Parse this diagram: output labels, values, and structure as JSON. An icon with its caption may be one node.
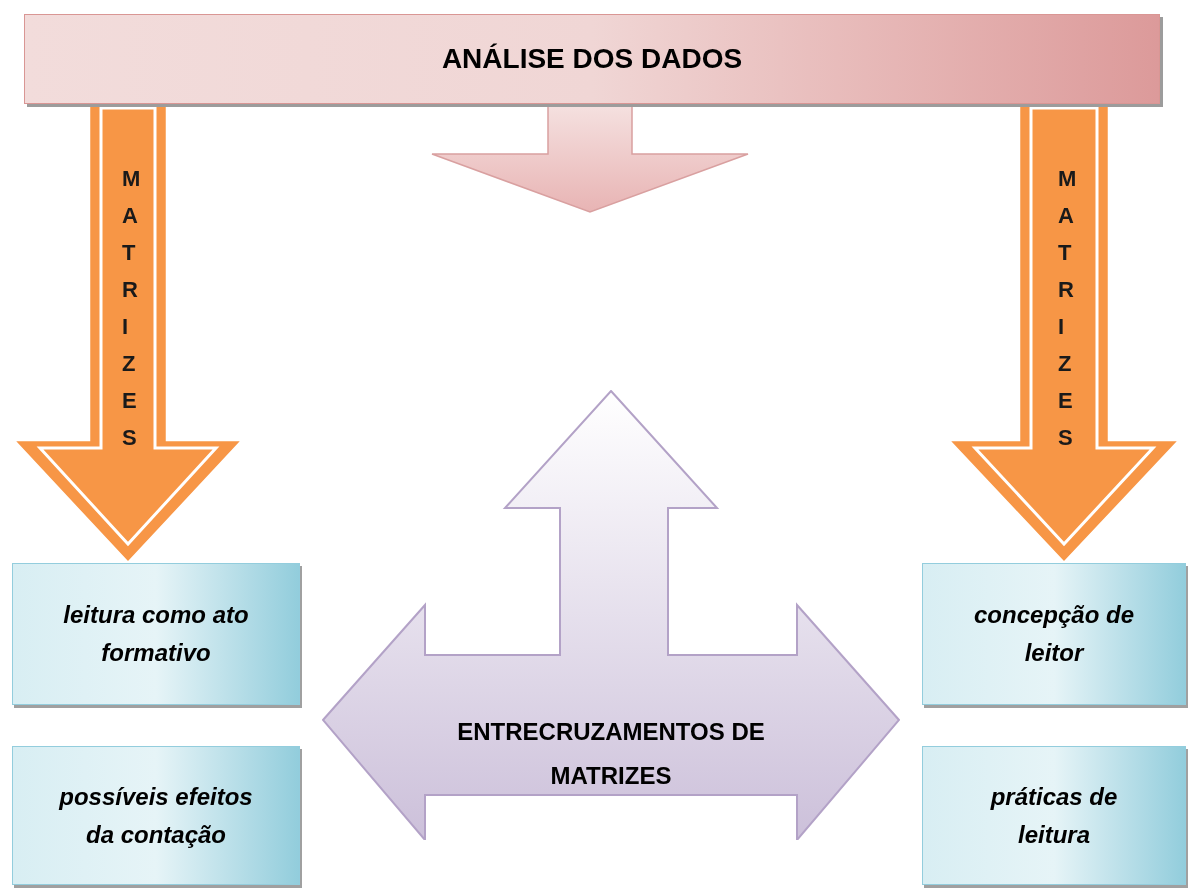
{
  "diagram": {
    "nodes": [
      {
        "text": [
          "ANÁLISE DOS DADOS"
        ]
      },
      {
        "text": [
          "leitura como ato formativo"
        ]
      },
      {
        "text": [
          "possíveis efeitos da contação"
        ]
      },
      {
        "text": [
          "concepção de leitor"
        ]
      },
      {
        "text": [
          "práticas de leitura"
        ]
      },
      {
        "text": [
          "ENTRECRUZAMENTOS DE MATRIZES"
        ]
      }
    ],
    "edges": [
      {
        "from": 0,
        "to": 1,
        "arrow": "to",
        "label": "MATRIZES",
        "style": "thick"
      },
      {
        "from": 0,
        "to": 3,
        "arrow": "to",
        "label": "MATRIZES",
        "style": "thick"
      },
      {
        "from": 0,
        "to": null,
        "arrow": "to",
        "style": "thick",
        "color": "#e8b4b4"
      }
    ]
  }
}
